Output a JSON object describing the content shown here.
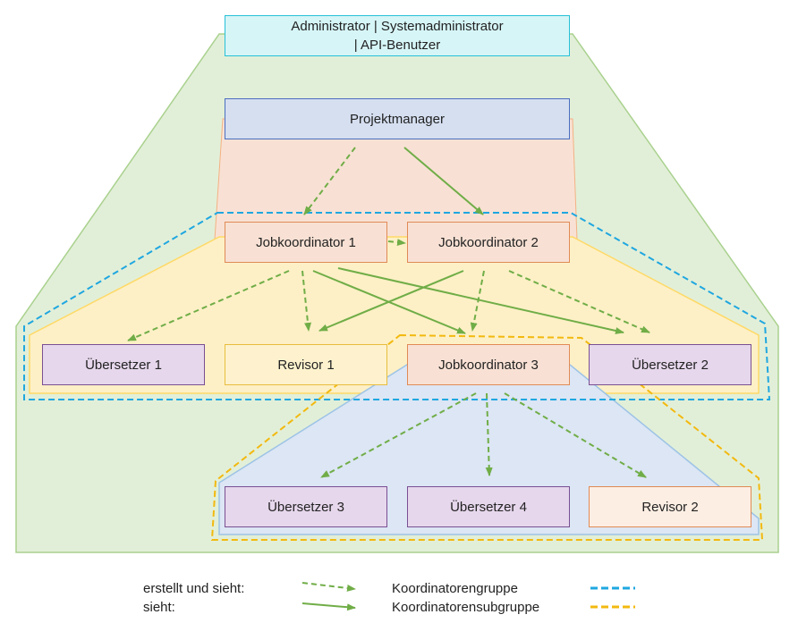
{
  "nodes": {
    "admin": "Administrator | Systemadministrator | API-Benutzer",
    "projektmanager": "Projektmanager",
    "jobkoordinator1": "Jobkoordinator 1",
    "jobkoordinator2": "Jobkoordinator 2",
    "jobkoordinator3": "Jobkoordinator 3",
    "uebersetzer1": "Übersetzer 1",
    "uebersetzer2": "Übersetzer 2",
    "uebersetzer3": "Übersetzer 3",
    "uebersetzer4": "Übersetzer 4",
    "revisor1": "Revisor 1",
    "revisor2": "Revisor 2"
  },
  "legend": {
    "creates_and_sees": "erstellt und sieht:",
    "sees": "sieht:",
    "coordinator_group": "Koordinatorengruppe",
    "coordinator_subgroup": "Koordinatorensubgruppe"
  },
  "colors": {
    "admin_region": "#e2efd8",
    "pm_region": "#f8e1d4",
    "coordinator_region": "#fdf0c6",
    "subgroup_region": "#dce6f4",
    "arrow": "#70ad47",
    "coordinator_group_line": "#1fa7e0",
    "coordinator_subgroup_line": "#f2b90f"
  }
}
